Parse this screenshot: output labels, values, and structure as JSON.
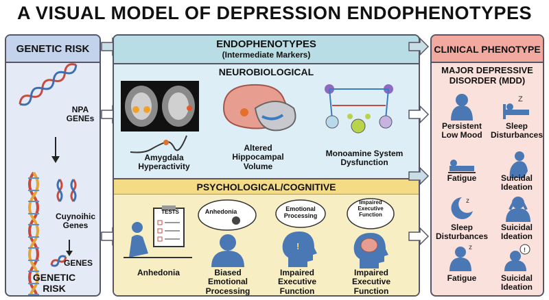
{
  "title": "A VISUAL MODEL OF DEPRESSION ENDOPHENOTYPES",
  "genetic": {
    "header": "GENETIC RISK",
    "npa_label": "NPA\nGENEs",
    "cuynoihic_label": "Cuynoihic\nGenes",
    "genes_label": "GENES",
    "footer": "GENETIC\nRISK"
  },
  "endo": {
    "header_title": "ENDOPHENOTYPES",
    "header_sub": "(Intermediate Markers)",
    "neuro": {
      "header": "NEUROBIOLOGICAL",
      "items": [
        {
          "label": "Amygdala\nHyperactivity"
        },
        {
          "label": "Altered\nHippocampal\nVolume"
        },
        {
          "label": "Monoamine System\nDysfunction"
        }
      ]
    },
    "psych": {
      "header": "PSYCHOLOGICAL/COGNITIVE",
      "tests_label": "TESTS",
      "bubbles": [
        "Anhedonia",
        "Emotional\nProcessing",
        "Impaired\nExecutive\nFunction"
      ],
      "items": [
        {
          "label": "Anhedonia"
        },
        {
          "label": "Biased\nEmotional\nProcessing"
        },
        {
          "label": "Impaired\nExecutive\nFunction"
        },
        {
          "label": "Impaired\nExecutive\nFunction"
        }
      ]
    }
  },
  "clinical": {
    "header": "CLINICAL PHENOTYPE",
    "subheader": "MAJOR DEPRESSIVE\nDISORDER (MDD)",
    "items": [
      {
        "label": "Persistent\nLow Mood",
        "icon": "sad-person-icon"
      },
      {
        "label": "Sleep\nDisturbances",
        "icon": "bed-icon"
      },
      {
        "label": "Fatigue",
        "icon": "lying-person-icon"
      },
      {
        "label": "Suicidal\nIdeation",
        "icon": "slumped-person-icon"
      },
      {
        "label": "Sleep\nDisturbances",
        "icon": "moon-icon"
      },
      {
        "label": "Suicidal\nIdeation",
        "icon": "head-in-hands-icon"
      },
      {
        "label": "Fatigue",
        "icon": "sleeping-person-icon"
      },
      {
        "label": "Suicidal\nIdeation",
        "icon": "thought-person-icon"
      }
    ]
  },
  "colors": {
    "genetic_bg": "#e4ebf6",
    "genetic_hdr": "#c3d3ec",
    "endo_hdr": "#b8dde4",
    "neuro_bg": "#ddeef6",
    "psych_bg": "#f8eec3",
    "psych_hdr": "#f4dc86",
    "clinical_bg": "#fbe1dc",
    "clinical_hdr": "#f2a9a0",
    "figure": "#4a78b4",
    "arrow_fill": "#c9dde6"
  }
}
